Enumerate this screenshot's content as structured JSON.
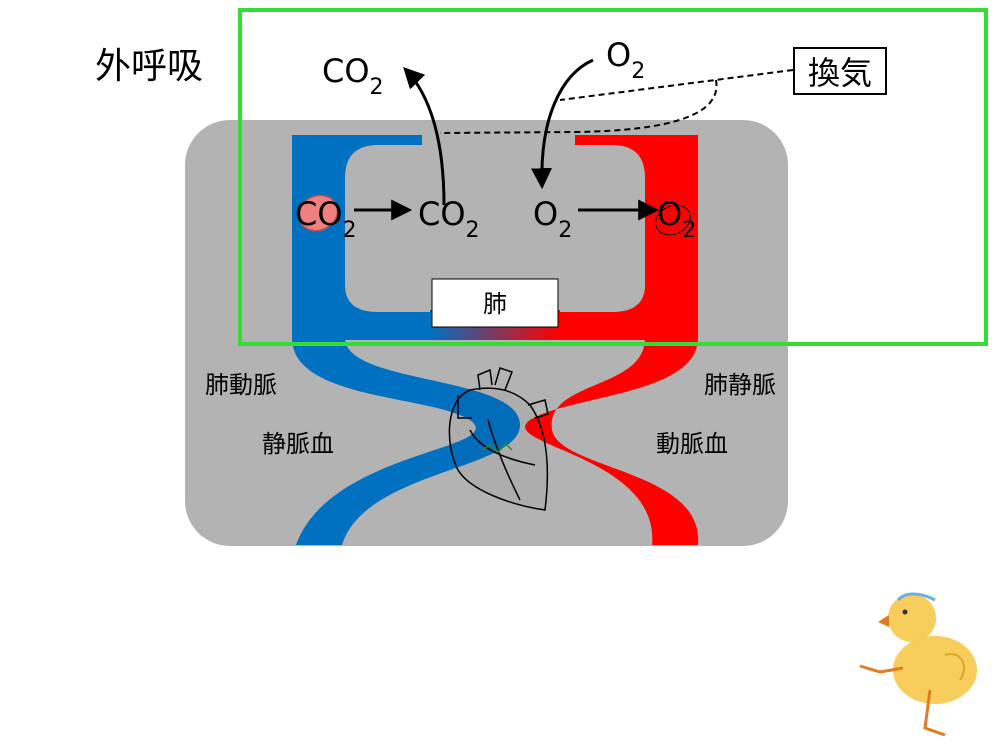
{
  "title": "外呼吸",
  "ventilation_label": "換気",
  "lung_label": "肺",
  "left_vessel": {
    "vessel": "肺動脈",
    "blood": "静脈血"
  },
  "right_vessel": {
    "vessel": "肺静脈",
    "blood": "動脈血"
  },
  "gases": {
    "co2_main": "CO",
    "o2_main": "O",
    "subscript": "2"
  },
  "colors": {
    "venous_blue": "#0070c0",
    "arterial_red": "#ff0000",
    "frame_green": "#33dd33",
    "panel_gray": "#b3b3b3",
    "blood_cell_pink": "#f08080"
  },
  "icons": [
    "heart-illustration-icon",
    "chick-illustration-icon",
    "blood-cell-icon"
  ]
}
